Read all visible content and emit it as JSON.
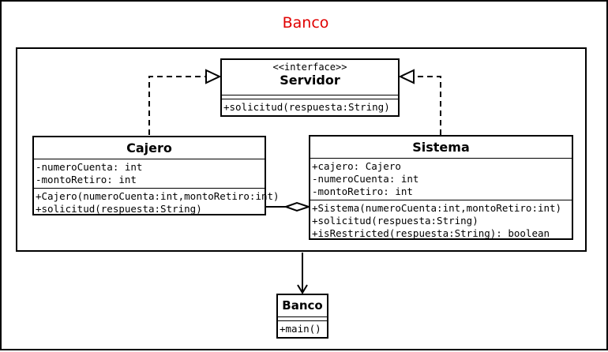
{
  "title": "Banco",
  "colors": {
    "title": "#e00000",
    "line": "#000000"
  },
  "servidor": {
    "stereotype": "<<interface>>",
    "name": "Servidor",
    "attributes": [],
    "methods": [
      "+solicitud(respuesta:String)"
    ]
  },
  "cajero": {
    "name": "Cajero",
    "attributes": [
      "-numeroCuenta: int",
      "-montoRetiro: int"
    ],
    "methods": [
      "+Cajero(numeroCuenta:int,montoRetiro:int)",
      "+solicitud(respuesta:String)"
    ]
  },
  "sistema": {
    "name": "Sistema",
    "attributes": [
      "+cajero: Cajero",
      "-numeroCuenta: int",
      "-montoRetiro: int"
    ],
    "methods": [
      "+Sistema(numeroCuenta:int,montoRetiro:int)",
      "+solicitud(respuesta:String)",
      "+isRestricted(respuesta:String): boolean"
    ]
  },
  "banco": {
    "name": "Banco",
    "attributes": [],
    "methods": [
      "+main()"
    ]
  },
  "relations": [
    {
      "from": "Cajero",
      "to": "Servidor",
      "kind": "realization"
    },
    {
      "from": "Sistema",
      "to": "Servidor",
      "kind": "realization"
    },
    {
      "from": "Sistema",
      "to": "Cajero",
      "kind": "aggregation"
    },
    {
      "from": "Banco",
      "to": "Banco",
      "kind": "dependency"
    }
  ]
}
